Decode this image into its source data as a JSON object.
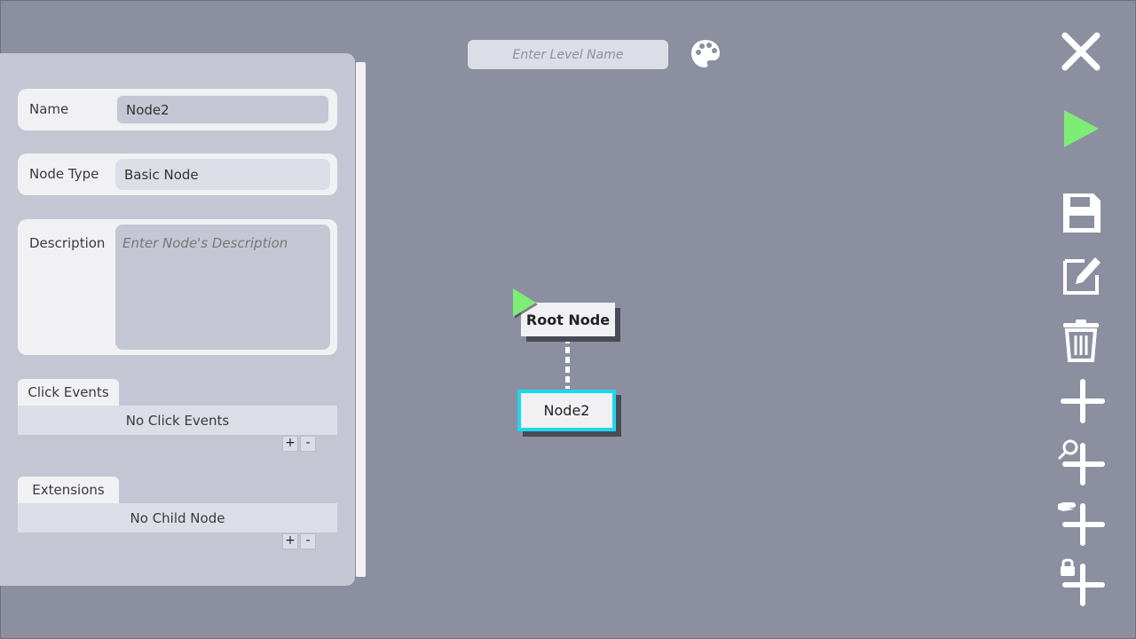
{
  "top_bar": {
    "level_name_value": "",
    "level_name_placeholder": "Enter Level Name"
  },
  "inspector": {
    "name_label": "Name",
    "name_value": "Node2",
    "type_label": "Node Type",
    "type_value": "Basic Node",
    "description_label": "Description",
    "description_placeholder": "Enter Node's Description",
    "click_events": {
      "tab_label": "Click Events",
      "empty_text": "No Click Events",
      "add_label": "+",
      "remove_label": "-"
    },
    "extensions": {
      "tab_label": "Extensions",
      "empty_text": "No Child Node",
      "add_label": "+",
      "remove_label": "-"
    }
  },
  "graph": {
    "root_node_label": "Root Node",
    "child_node_label": "Node2",
    "selected_color": "#1fd6ea",
    "start_marker_color": "#7ded75"
  },
  "toolbar": {
    "icons": [
      "close-icon",
      "play-icon",
      "save-icon",
      "edit-icon",
      "trash-icon",
      "add-icon",
      "add-search-icon",
      "add-hand-icon",
      "add-lock-icon"
    ]
  },
  "colors": {
    "background": "#8b8fa0",
    "panel": "#c4c6d3",
    "play_green": "#7ded75"
  }
}
